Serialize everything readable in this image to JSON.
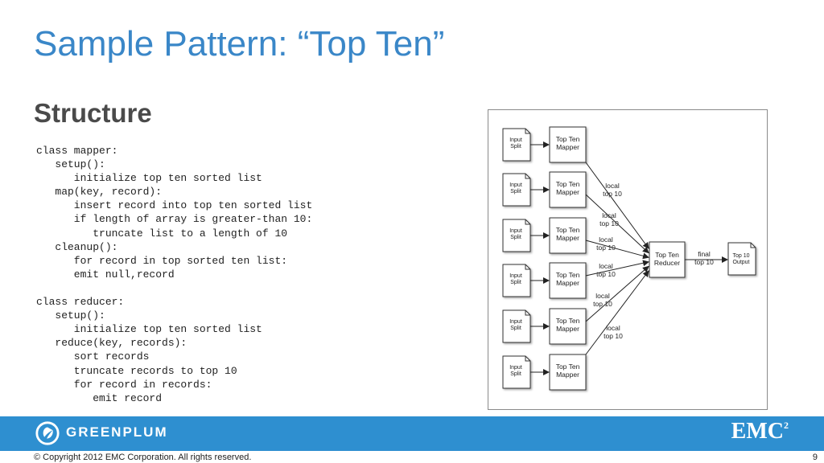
{
  "slide": {
    "title": "Sample Pattern: “Top Ten”",
    "subtitle": "Structure",
    "page_number": "9"
  },
  "code_lines": [
    "class mapper:",
    "   setup():",
    "      initialize top ten sorted list",
    "   map(key, record):",
    "      insert record into top ten sorted list",
    "      if length of array is greater-than 10:",
    "         truncate list to a length of 10",
    "   cleanup():",
    "      for record in top sorted ten list:",
    "      emit null,record",
    "",
    "class reducer:",
    "   setup():",
    "      initialize top ten sorted list",
    "   reduce(key, records):",
    "      sort records",
    "      truncate records to top 10",
    "      for record in records:",
    "         emit record"
  ],
  "diagram": {
    "input_split": [
      "Input",
      "Split"
    ],
    "mapper": [
      "Top Ten",
      "Mapper"
    ],
    "reducer": [
      "Top Ten",
      "Reducer"
    ],
    "output": [
      "Top 10",
      "Output"
    ],
    "local_label": [
      "local",
      "top 10"
    ],
    "final_label": [
      "final",
      "top 10"
    ]
  },
  "footer": {
    "brand": "GREENPLUM",
    "vendor": "EMC",
    "vendor_sup": "2",
    "copyright": "© Copyright 2012 EMC Corporation. All rights reserved."
  }
}
